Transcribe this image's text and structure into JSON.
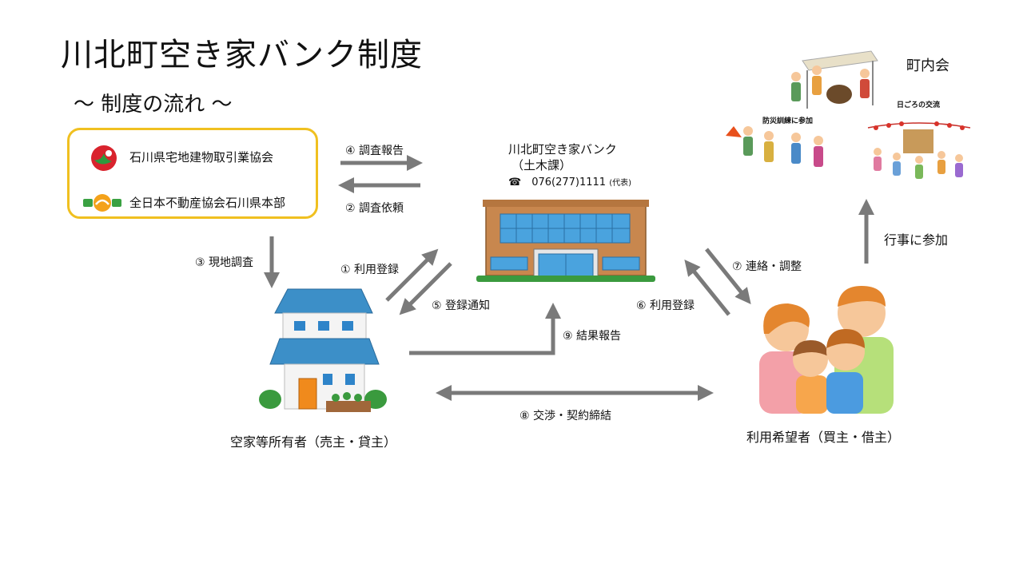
{
  "title": "川北町空き家バンク制度",
  "subtitle": "～ 制度の流れ ～",
  "orgs": {
    "org1": "石川県宅地建物取引業協会",
    "org2": "全日本不動産協会石川県本部"
  },
  "bank": {
    "name": "川北町空き家バンク",
    "dept": "（土木課）",
    "phone": "☎　076(277)1111",
    "phone_note": "(代表)"
  },
  "owner_caption": "空家等所有者（売主・貸主）",
  "user_caption": "利用希望者（買主・借主）",
  "community": {
    "label": "町内会",
    "event1": "防災訓練に参加",
    "event2": "日ごろの交流"
  },
  "steps": {
    "s1": "① 利用登録",
    "s2": "② 調査依頼",
    "s3": "③ 現地調査",
    "s4": "④ 調査報告",
    "s5": "⑤ 登録通知",
    "s6": "⑥ 利用登録",
    "s7": "⑦ 連絡・調整",
    "s8": "⑧ 交渉・契約締結",
    "s9": "⑨ 結果報告",
    "join": "行事に参加"
  },
  "colors": {
    "arrow": "#7a7a7a",
    "box_border": "#f0c020",
    "building": "#c8874e",
    "roof_blue": "#3c8fc8",
    "window": "#2e84c9"
  }
}
